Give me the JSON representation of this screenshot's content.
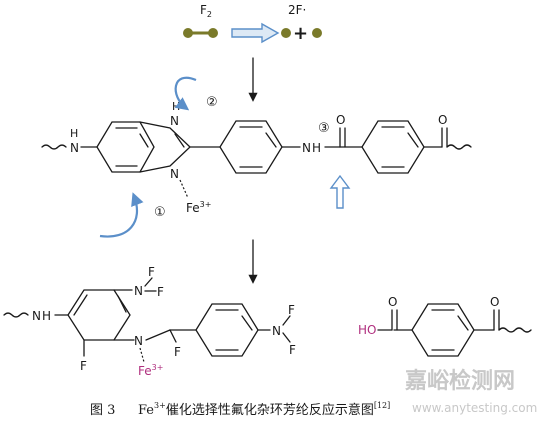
{
  "reagents": {
    "f2_label": "F",
    "f2_sub": "2",
    "product_label": "2F·"
  },
  "steps": {
    "step1": "①",
    "step2": "②",
    "step3": "③"
  },
  "atoms": {
    "h": "H",
    "n": "N",
    "o": "O",
    "f": "F",
    "fe": "Fe",
    "fe_charge": "3+",
    "ho": "HO"
  },
  "caption": {
    "figure_no": "图 3",
    "text_pre": "Fe",
    "text_sup": "3+",
    "text_post": "催化选择性氟化杂环芳纶反应示意图",
    "ref": "[12]"
  },
  "watermark": {
    "cn": "嘉峪检测网",
    "url": "www.anytesting.com"
  },
  "colors": {
    "ink": "#1a1a1a",
    "blue_arrow": "#5b8fc9",
    "olive_atom": "#7a7a2a",
    "magenta_text": "#b0307f",
    "watermark_gray": "#c8c8c8"
  }
}
